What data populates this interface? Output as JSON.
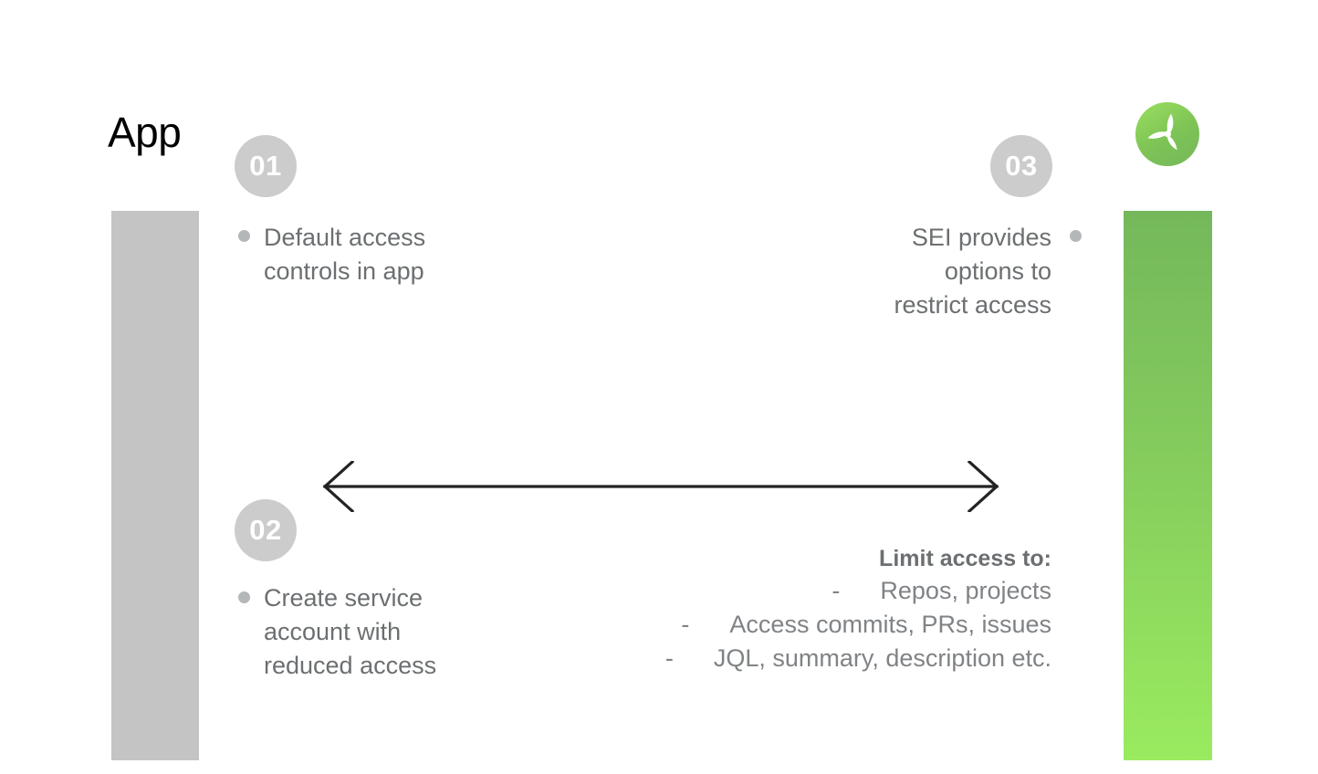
{
  "slide": {
    "title": "App",
    "background_color": "#ffffff"
  },
  "logo": {
    "name": "propeller-logo",
    "circle_color_top": "#9ade5f",
    "circle_color_bottom": "#74b85b",
    "blade_color": "#ffffff"
  },
  "bars": {
    "left": {
      "label": "app-column-bar",
      "color": "#c4c4c4"
    },
    "right": {
      "label": "sei-column-bar",
      "color_top": "#74b85b",
      "color_bottom": "#9aeb5f"
    }
  },
  "steps": [
    {
      "number": "01",
      "text": "Default access\ncontrols in app",
      "align": "left"
    },
    {
      "number": "02",
      "text": "Create service\naccount with\nreduced access",
      "align": "left"
    },
    {
      "number": "03",
      "text": "SEI provides\noptions to\nrestrict access",
      "align": "right"
    }
  ],
  "arrow": {
    "name": "double-headed-arrow",
    "color": "#232323",
    "direction": "both"
  },
  "limit_access": {
    "title": "Limit access to:",
    "dash": "-",
    "items": [
      "Repos, projects",
      "Access commits, PRs, issues",
      "JQL, summary, description etc."
    ]
  }
}
